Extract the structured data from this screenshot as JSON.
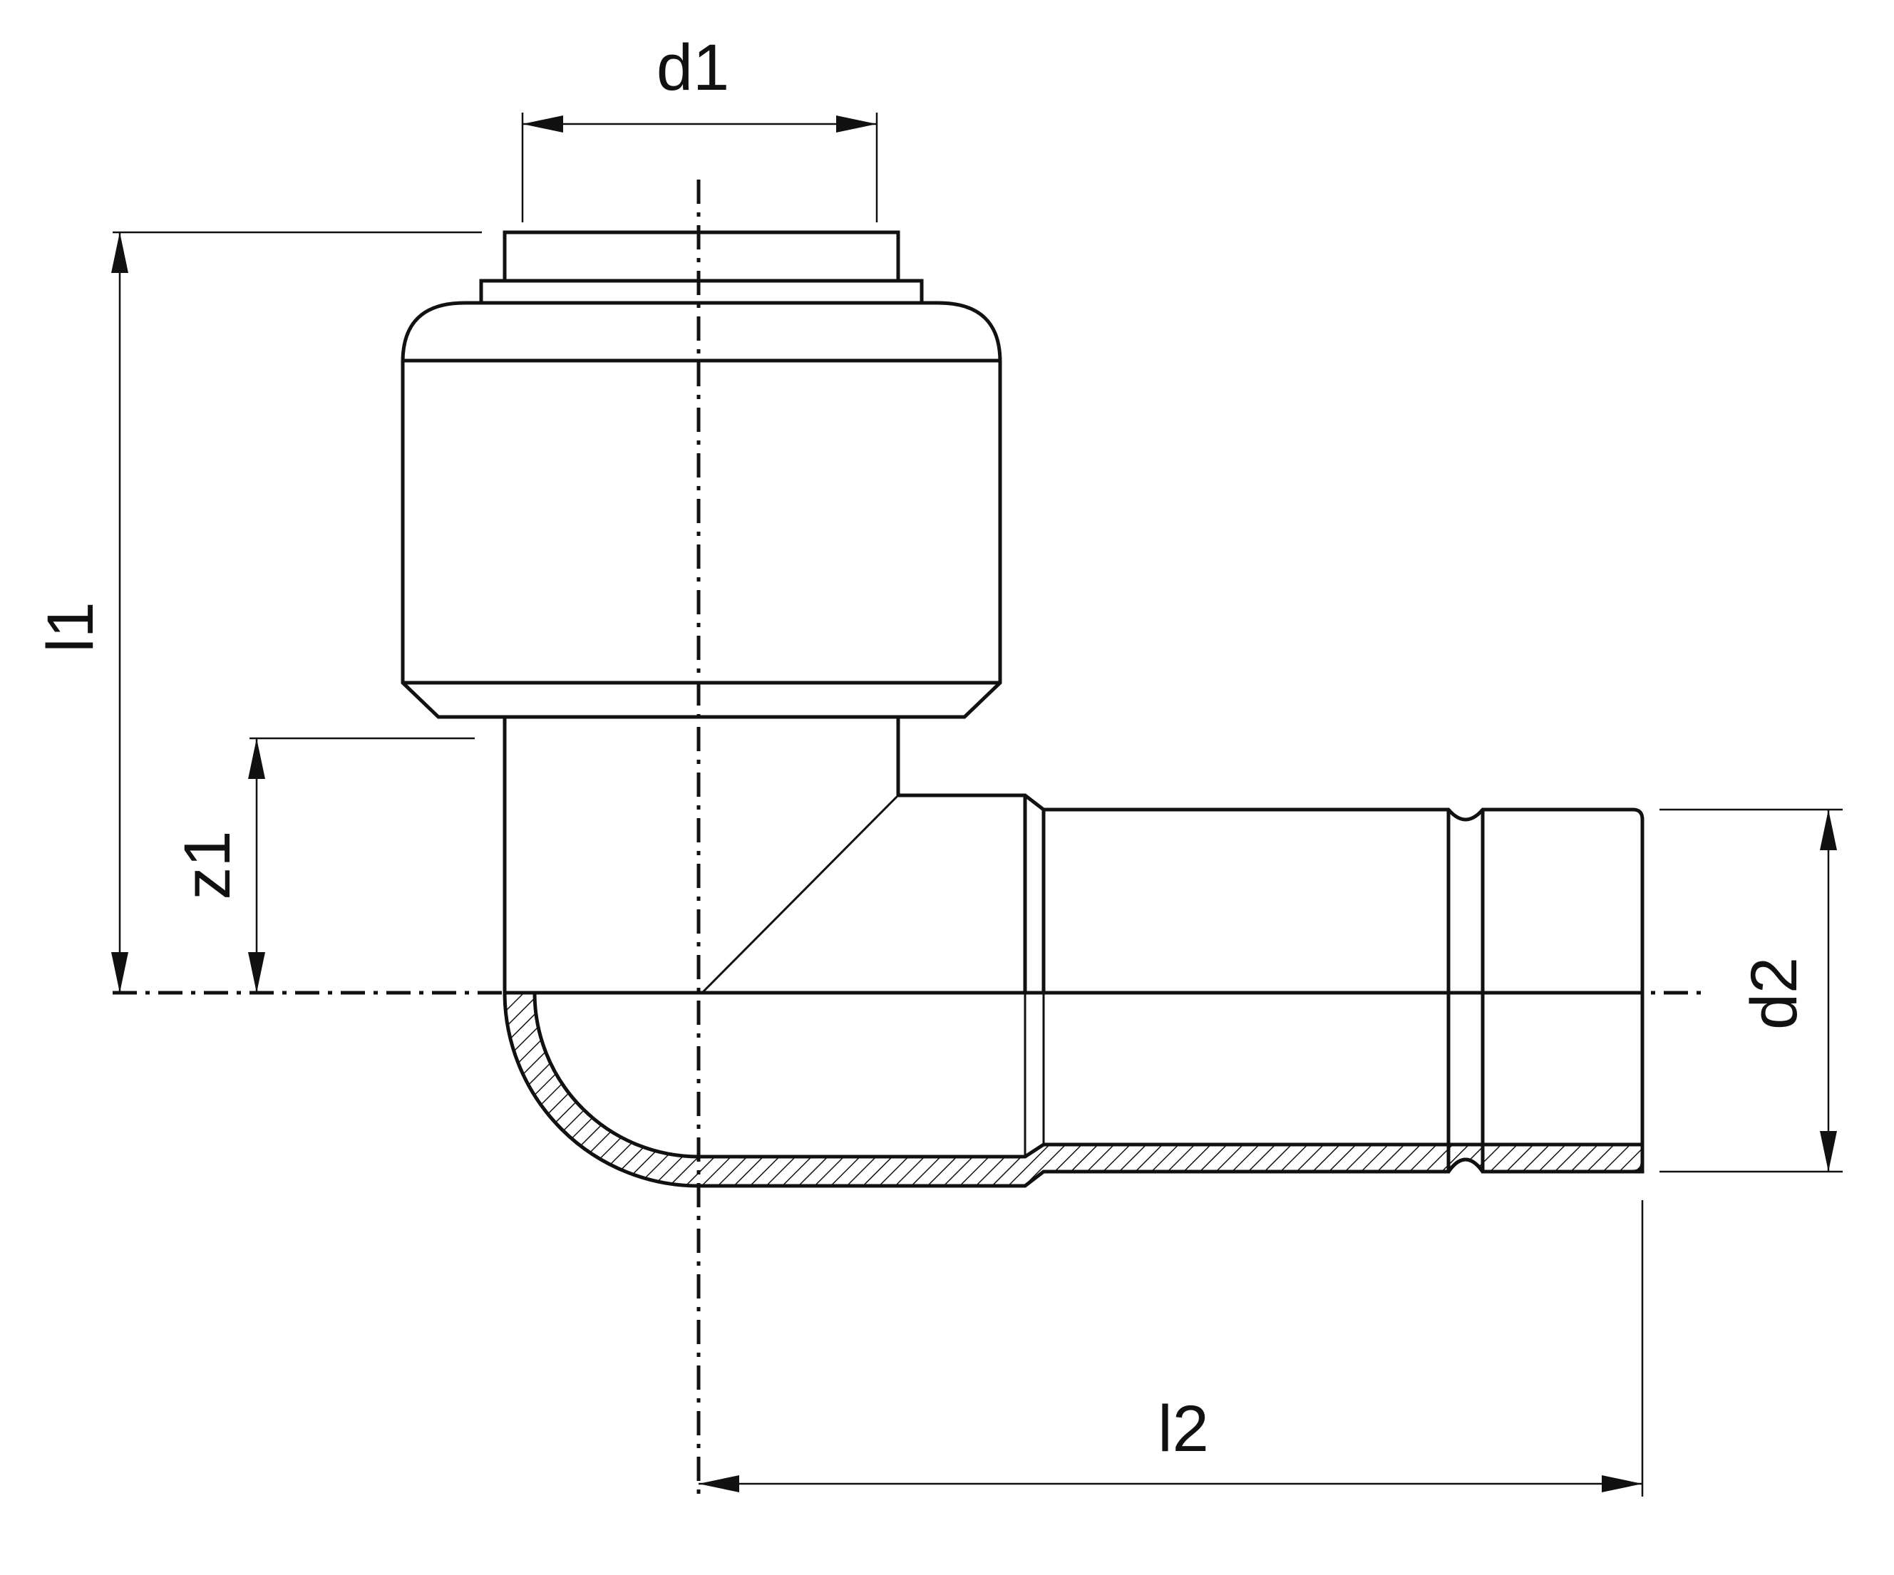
{
  "diagram": {
    "labels": {
      "d1": "d1",
      "d2": "d2",
      "l1": "l1",
      "l2": "l2",
      "z1": "z1"
    }
  }
}
